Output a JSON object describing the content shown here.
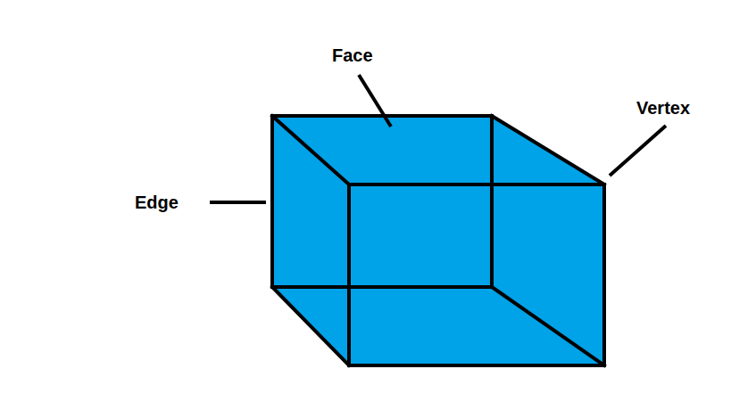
{
  "diagram": {
    "labels": [
      "Face",
      "Vertex",
      "Edge"
    ]
  }
}
